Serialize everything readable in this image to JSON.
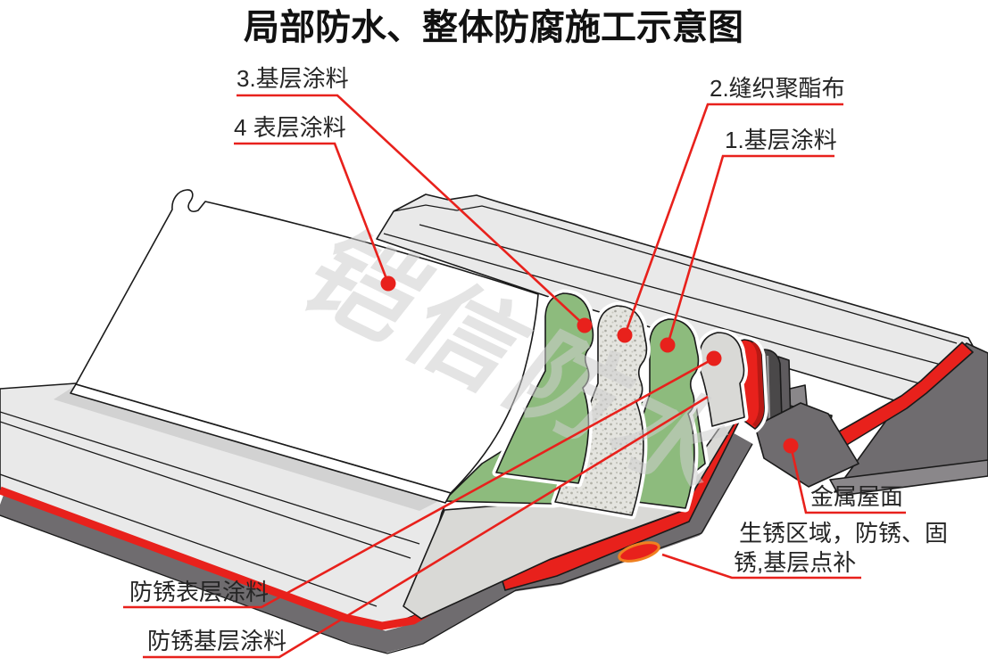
{
  "title": "局部防水、整体防腐施工示意图",
  "watermark": "铠信防水",
  "labels": {
    "base_coat_3": "3.基层涂料",
    "top_coat_4": "4 表层涂料",
    "polyester_cloth_2": "2.缝织聚酯布",
    "base_coat_1": "1.基层涂料",
    "metal_roof": "金属屋面",
    "rust_area_line1": "生锈区域，防锈、固",
    "rust_area_line2": "锈,基层点补",
    "antirust_top_coat": "防锈表层涂料",
    "antirust_base_coat": "防锈基层涂料"
  },
  "colors": {
    "leader_red": "#e8211c",
    "coating_green": "#8dbb7d",
    "polyester_cloth_gray": "#dcdcd6",
    "antirust_surface_gray": "#d9d9d6",
    "antirust_primer_red": "#e8211c",
    "primer_red_dark": "#b81914",
    "metal_gray": "#6f6c6f",
    "seam_clip_dark": "#4a4849",
    "roof_panel_gray": "#e9e9e9",
    "cover_sheet_white": "#ffffff",
    "rust_patch_outline": "#f08020",
    "outline_black": "#1a1a1a",
    "watermark_gray": "#cfcfcf"
  }
}
